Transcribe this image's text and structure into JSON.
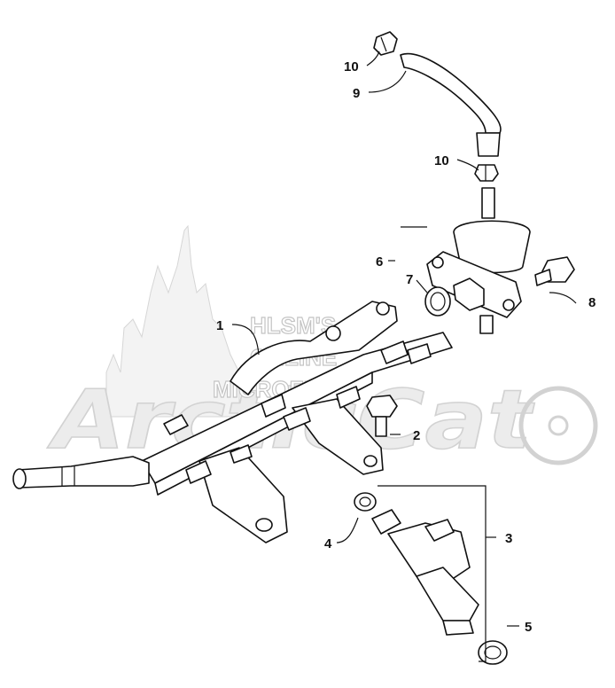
{
  "watermark": {
    "line1": "HLSM'S",
    "line2": "ONLINE",
    "line3": "MICROFICHE",
    "brand": "ArcticCat"
  },
  "callouts": {
    "c1": "1",
    "c2": "2",
    "c3": "3",
    "c4": "4",
    "c5": "5",
    "c6": "6",
    "c7": "7",
    "c8": "8",
    "c9": "9",
    "c10a": "10",
    "c10b": "10"
  },
  "colors": {
    "line": "#111111",
    "watermark": "#c8c8c8"
  }
}
